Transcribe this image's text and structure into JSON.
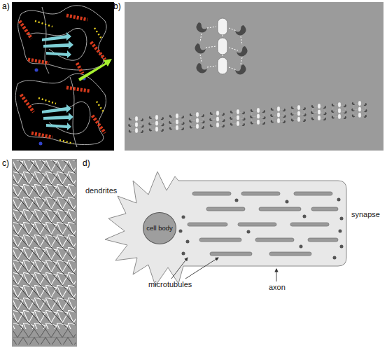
{
  "diagram": {
    "nodes": [
      {
        "text": [
          "cell body"
        ]
      }
    ],
    "labels": [
      "a)",
      "b)",
      "c)",
      "d)",
      "dendrites",
      "microtubules",
      "axon",
      "synapse"
    ]
  }
}
